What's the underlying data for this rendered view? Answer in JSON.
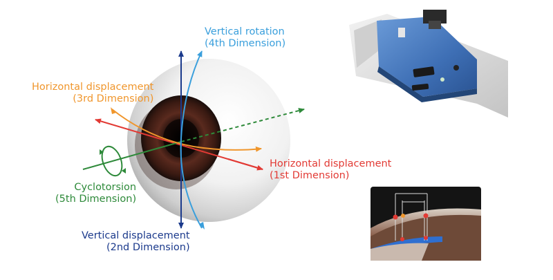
{
  "labels": {
    "vertical_rotation": {
      "line1": "Vertical rotation",
      "line2": "(4th Dimension)",
      "color": "#3a9fdc"
    },
    "horizontal_displacement_3rd": {
      "line1": "Horizontal displacement",
      "line2": "(3rd Dimension)",
      "color": "#f0962c"
    },
    "horizontal_displacement_1st": {
      "line1": "Horizontal displacement",
      "line2": "(1st Dimension)",
      "color": "#e23a34"
    },
    "cyclotorsion": {
      "line1": "Cyclotorsion",
      "line2": "(5th Dimension)",
      "color": "#2e8a3a"
    },
    "vertical_displacement_2nd": {
      "line1": "Vertical displacement",
      "line2": "(2nd Dimension)",
      "color": "#1b3a8c"
    }
  },
  "colors": {
    "device_body": "#4a7fc4",
    "device_housing": "#dcdcdc",
    "inset_background": "#141414"
  }
}
